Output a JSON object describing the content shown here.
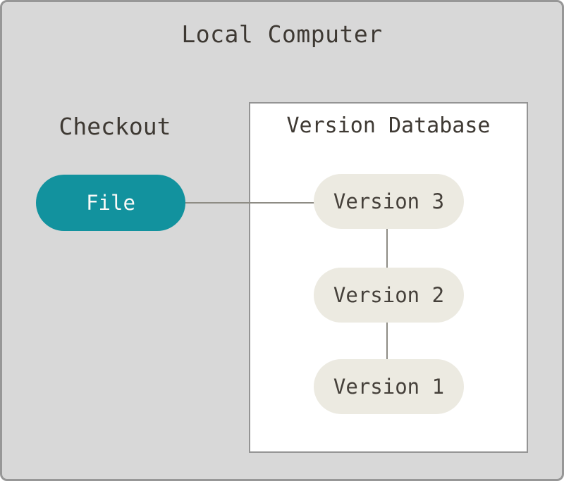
{
  "diagram": {
    "title": "Local Computer",
    "checkout_label": "Checkout",
    "file_node_label": "File",
    "version_database": {
      "title": "Version Database",
      "versions": [
        {
          "label": "Version 3"
        },
        {
          "label": "Version 2"
        },
        {
          "label": "Version 1"
        }
      ]
    }
  },
  "colors": {
    "background": "#d8d8d8",
    "frame_border": "#979797",
    "box_bg": "#ffffff",
    "box_border": "#949494",
    "file_fill": "#12929e",
    "file_text": "#fafaf8",
    "version_fill": "#eceae1",
    "text_dark": "#3e3933",
    "version_text": "#45403a",
    "connector": "#8e8c84"
  }
}
